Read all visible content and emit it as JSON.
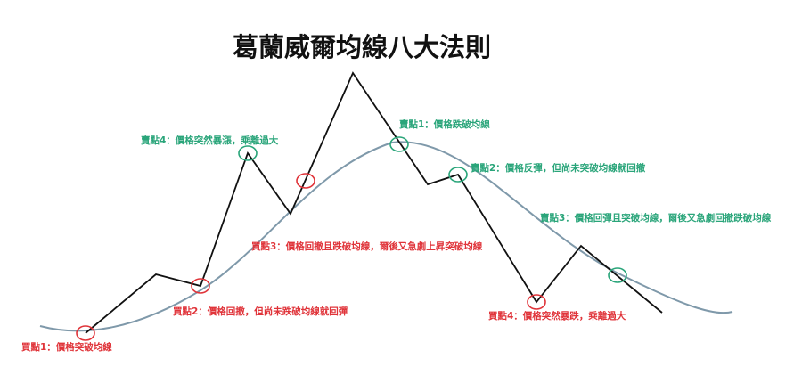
{
  "title": "葛蘭威爾均線八大法則",
  "colors": {
    "buy": "#e0343a",
    "sell": "#2aa57a",
    "price_line": "#111111",
    "moving_average": "#7f99aa"
  },
  "buy_points": [
    {
      "label": "買點1：價格突破均線"
    },
    {
      "label": "買點2：價格回撤，但尚未跌破均線就回彈"
    },
    {
      "label": "買點3：價格回撤且跌破均線，爾後又急劇上昇突破均線"
    },
    {
      "label": "買點4：價格突然暴跌，乘離過大"
    }
  ],
  "sell_points": [
    {
      "label": "賣點1：價格跌破均線"
    },
    {
      "label": "賣點2：價格反彈，但尚未突破均線就回撤"
    },
    {
      "label": "賣點3：價格回彈且突破均線，爾後又急劇回撤跌破均線"
    },
    {
      "label": "賣點4：價格突然暴漲，乘離過大"
    }
  ]
}
